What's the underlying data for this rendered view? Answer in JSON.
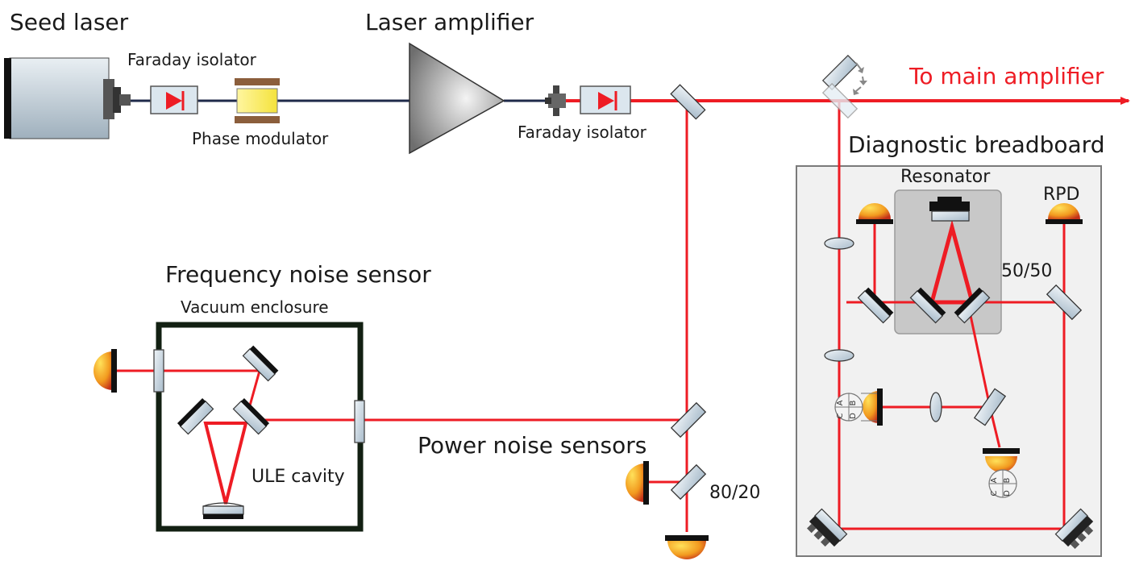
{
  "labels": {
    "seed_laser": "Seed laser",
    "faraday_isolator_1": "Faraday isolator",
    "phase_modulator": "Phase modulator",
    "laser_amplifier": "Laser amplifier",
    "faraday_isolator_2": "Faraday isolator",
    "to_main_amplifier": "To main amplifier",
    "diagnostic_breadboard": "Diagnostic breadboard",
    "resonator": "Resonator",
    "rpd": "RPD",
    "split_50_50": "50/50",
    "frequency_noise_sensor": "Frequency noise sensor",
    "vacuum_enclosure": "Vacuum enclosure",
    "ule_cavity": "ULE cavity",
    "power_noise_sensors": "Power noise sensors",
    "split_80_20": "80/20"
  },
  "qpd_quadrants": [
    "A",
    "B",
    "C",
    "D"
  ],
  "colors": {
    "beam": "#ee1c24",
    "fiber": "#1f2a4a",
    "enclosure": "#122012",
    "breadboard_fill": "#f1f1f1",
    "resonator_fill": "#c8c8c8",
    "mirror_fill": "#c9d6e0",
    "label_red": "#ee1c24"
  }
}
